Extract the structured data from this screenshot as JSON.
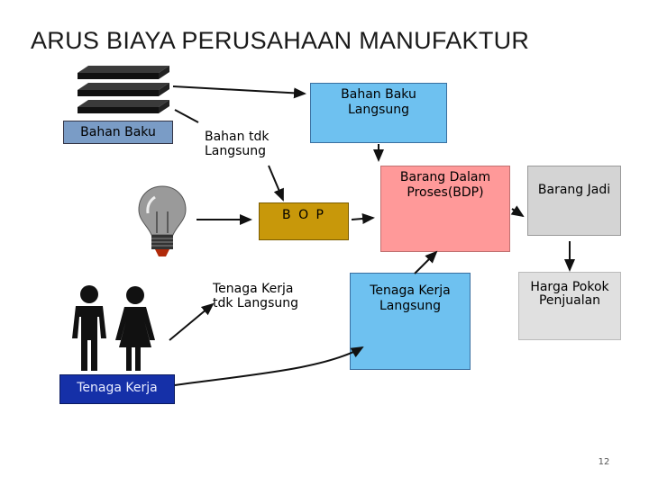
{
  "title": "ARUS BIAYA PERUSAHAAN MANUFAKTUR",
  "nodes": {
    "bahan_baku": "Bahan Baku",
    "bahan_baku_langsung_1": "Bahan Baku",
    "bahan_baku_langsung_2": "Langsung",
    "bahan_tdk_langsung_1": "Bahan tdk",
    "bahan_tdk_langsung_2": "Langsung",
    "bop": "B O P",
    "barang_dalam_proses_1": "Barang Dalam",
    "barang_dalam_proses_2": "Proses(BDP)",
    "barang_jadi": "Barang Jadi",
    "harga_pokok_1": "Harga Pokok",
    "harga_pokok_2": "Penjualan",
    "tenaga_kerja_langsung_1": "Tenaga Kerja",
    "tenaga_kerja_langsung_2": "Langsung",
    "tenaga_kerja_tdk_langsung_1": "Tenaga Kerja",
    "tenaga_kerja_tdk_langsung_2": "tdk Langsung",
    "tenaga_kerja": "Tenaga Kerja"
  },
  "colors": {
    "bahan_baku": "#7a9cc6",
    "bahan_baku_langsung": "#6ec1f0",
    "bop": "#c8980a",
    "barang_dalam_proses": "#ff9999",
    "barang_jadi": "#d4d4d4",
    "harga_pokok": "#e0e0e0",
    "tenaga_kerja": "#1530a8"
  },
  "icons": [
    "material-stack-icon",
    "light-bulb-icon",
    "people-icon"
  ],
  "page_number": "12"
}
